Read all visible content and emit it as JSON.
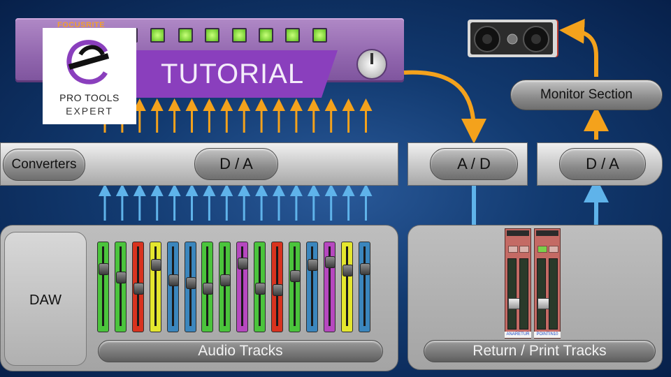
{
  "logo": {
    "line1": "PRO TOOLS",
    "line2": "EXPERT"
  },
  "banner": {
    "text": "TUTORIAL"
  },
  "rack": {
    "brand": "FOCUSRITE",
    "channel_buttons": 8
  },
  "converters": {
    "label": "Converters",
    "da_label": "D / A"
  },
  "return_converters": {
    "ad_label": "A / D",
    "da_label": "D / A"
  },
  "monitor": {
    "label": "Monitor Section"
  },
  "daw": {
    "label": "DAW"
  },
  "audio_tracks": {
    "label": "Audio Tracks",
    "colors": [
      "#4bc43c",
      "#4bc43c",
      "#d8331f",
      "#e4e62e",
      "#3b86bd",
      "#3b86bd",
      "#4bc43c",
      "#4bc43c",
      "#b648bf",
      "#4bc43c",
      "#d8331f",
      "#4bc43c",
      "#3b86bd",
      "#b648bf",
      "#e4e62e",
      "#3b86bd"
    ]
  },
  "return_tracks": {
    "label": "Return / Print Tracks",
    "strip1_name": "ANARETUR",
    "strip2_name": "POINTIN10"
  },
  "palette": {
    "orange_arrow": "#f4a21c",
    "blue_arrow": "#5fb3ea",
    "banner": "#8a3fbd"
  }
}
